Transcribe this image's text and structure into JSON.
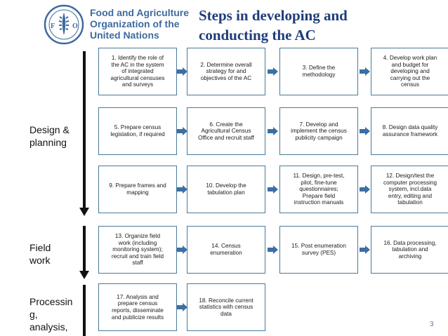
{
  "header": {
    "org_lines": [
      "Food and Agriculture",
      "Organization of the",
      "United Nations"
    ],
    "title_lines": [
      "Steps in developing and",
      "conducting the AC"
    ]
  },
  "sections": [
    {
      "label_lines": [
        "Design &",
        "planning"
      ]
    },
    {
      "label_lines": [
        "Field",
        "work"
      ]
    },
    {
      "label_lines": [
        "Processin",
        "g,",
        "analysis,"
      ]
    }
  ],
  "steps": [
    {
      "lines": [
        "1. Identify the role of",
        "the AC in the system",
        "of integrated",
        "agricultural censuses",
        "and surveys"
      ]
    },
    {
      "lines": [
        "2. Determine overall",
        "strategy for and",
        "objectives of the AC"
      ]
    },
    {
      "lines": [
        "3. Define the",
        "methodology"
      ]
    },
    {
      "lines": [
        "4. Develop work plan",
        "and budget for",
        "developing and",
        "carrying out the",
        "census"
      ]
    },
    {
      "lines": [
        "5. Prepare census",
        "legislation, if required"
      ]
    },
    {
      "lines": [
        "6. Create the",
        "Agricultural Census",
        "Office and recruit staff"
      ]
    },
    {
      "lines": [
        "7. Develop and",
        "implement the census",
        "publicity campaign"
      ]
    },
    {
      "lines": [
        "8. Design data quality",
        "assurance framework"
      ]
    },
    {
      "lines": [
        "9. Prepare frames and",
        "mapping"
      ]
    },
    {
      "lines": [
        "10. Develop the",
        "tabulation plan"
      ]
    },
    {
      "lines": [
        "11. Design, pre-test,",
        "pilot, fine-tune",
        "questionnaires;",
        "Prepare field",
        "instruction manuals"
      ]
    },
    {
      "lines": [
        "12. Design/test the",
        "computer processing",
        "system, incl.data",
        "entry, editing and",
        "tabulation"
      ]
    },
    {
      "lines": [
        "13. Organize field",
        "work (including",
        "monitoring system);",
        "recruit and train field",
        "staff"
      ]
    },
    {
      "lines": [
        "14. Census",
        "enumeration"
      ]
    },
    {
      "lines": [
        "15. Post enumeration",
        "survey (PES)"
      ]
    },
    {
      "lines": [
        "16. Data processing,",
        "tabulation and",
        "archiving"
      ]
    },
    {
      "lines": [
        "17. Analysis and",
        "prepare census",
        "reports, disseminate",
        "and publicize results"
      ]
    },
    {
      "lines": [
        "18. Reconcile current",
        "statistics with census",
        "data"
      ]
    }
  ],
  "page_number": "3",
  "colors": {
    "box_fill": "#3b6fa5",
    "box_border": "#4a7a98",
    "title": "#1f3d7a",
    "org_text": "#3f6aa0"
  }
}
